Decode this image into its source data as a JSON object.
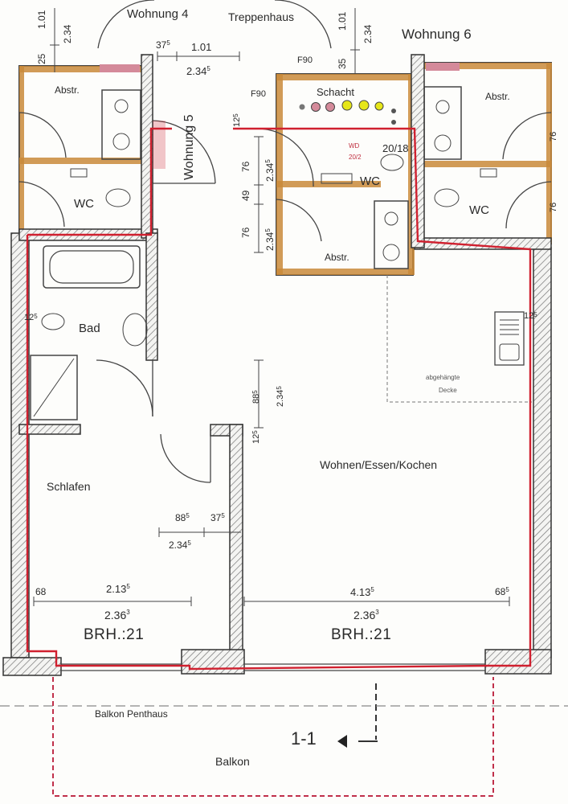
{
  "labels": {
    "wohnung4": "Wohnung 4",
    "treppenhaus": "Treppenhaus",
    "wohnung6": "Wohnung 6",
    "wohnung5": "Wohnung 5",
    "abstr_left": "Abstr.",
    "abstr_right": "Abstr.",
    "abstr_center": "Abstr.",
    "wc_left": "WC",
    "wc_right": "WC",
    "wc_center": "WC",
    "schacht": "Schacht",
    "bad": "Bad",
    "schlafen": "Schlafen",
    "wohnen": "Wohnen/Essen/Kochen",
    "abgehaengte_decke_1": "abgehängte",
    "abgehaengte_decke_2": "Decke",
    "brh_left": "BRH.:21",
    "brh_right": "BRH.:21",
    "balkon_penthaus": "Balkon Penthaus",
    "balkon": "Balkon",
    "section_mark": "1-1",
    "f90_top": "F90",
    "f90_left": "F90",
    "wd_1": "WD",
    "wd_2": "20/2",
    "num_2018": "20/18"
  },
  "dimensions": {
    "d_101_top_left": "1.01",
    "d_234_top_left": "2.34",
    "d_25": "25",
    "d_37_top": "37",
    "d_37_top_sup": "5",
    "d_101_mid": "1.01",
    "d_234_mid": "2.34",
    "d_234_mid_sup": "5",
    "d_101_top_right": "1.01",
    "d_234_top_right": "2.34",
    "d_35": "35",
    "d_12_top": "12",
    "d_12_top_sup": "5",
    "d_76_a": "76",
    "d_234_v1": "2.34",
    "d_234_v1_sup": "5",
    "d_49": "49",
    "d_76_b": "76",
    "d_234_v2": "2.34",
    "d_234_v2_sup": "5",
    "d_76_r1": "76",
    "d_76_r2": "76",
    "d_12_bad": "12",
    "d_12_bad_sup": "5",
    "d_12_right": "12",
    "d_12_right_sup": "5",
    "d_88_v": "88",
    "d_88_v_sup": "5",
    "d_234_v3": "2.34",
    "d_234_v3_sup": "5",
    "d_12_mid": "12",
    "d_12_mid_sup": "5",
    "d_88_h": "88",
    "d_88_h_sup": "5",
    "d_37_h": "37",
    "d_37_h_sup": "5",
    "d_234_h": "2.34",
    "d_234_h_sup": "5",
    "d_68_left": "68",
    "d_213": "2.13",
    "d_213_sup": "5",
    "d_236_left": "2.36",
    "d_236_left_sup": "3",
    "d_413": "4.13",
    "d_413_sup": "5",
    "d_68_right": "68",
    "d_68_right_sup": "5",
    "d_236_right": "2.36",
    "d_236_right_sup": "3"
  },
  "colors": {
    "wall": "#3a3a3a",
    "hatch": "#8a8a8a",
    "red_line": "#d0202f",
    "orange_wall": "#c98a3a",
    "yellow_pipe": "#e6e619",
    "pink_pipe": "#d48a9a",
    "balcony_dash": "#c0304a"
  }
}
